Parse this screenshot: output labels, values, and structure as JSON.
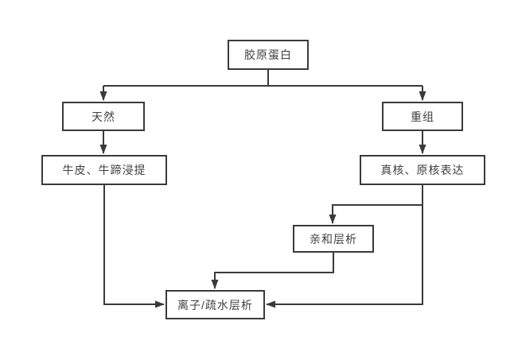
{
  "diagram": {
    "type": "flowchart",
    "language": "zh-CN",
    "nodes": {
      "collagen": {
        "label": "胶原蛋白"
      },
      "natural": {
        "label": "天然"
      },
      "cowhide": {
        "label": "牛皮、牛蹄浸提"
      },
      "recombinant": {
        "label": "重组"
      },
      "expression": {
        "label": "真核、原核表达"
      },
      "affinity": {
        "label": "亲和层析"
      },
      "ion_hydrophobic": {
        "label": "离子/疏水层析"
      }
    },
    "edges": [
      {
        "from": "collagen",
        "to": "natural"
      },
      {
        "from": "collagen",
        "to": "recombinant"
      },
      {
        "from": "natural",
        "to": "cowhide"
      },
      {
        "from": "recombinant",
        "to": "expression"
      },
      {
        "from": "expression",
        "to": "affinity"
      },
      {
        "from": "expression",
        "to": "ion_hydrophobic"
      },
      {
        "from": "affinity",
        "to": "ion_hydrophobic"
      },
      {
        "from": "cowhide",
        "to": "ion_hydrophobic"
      }
    ],
    "colors": {
      "background": "#ffffff",
      "line": "#3a3a3a",
      "box_border": "#3a3a3a",
      "text": "#3f3f3f"
    }
  }
}
